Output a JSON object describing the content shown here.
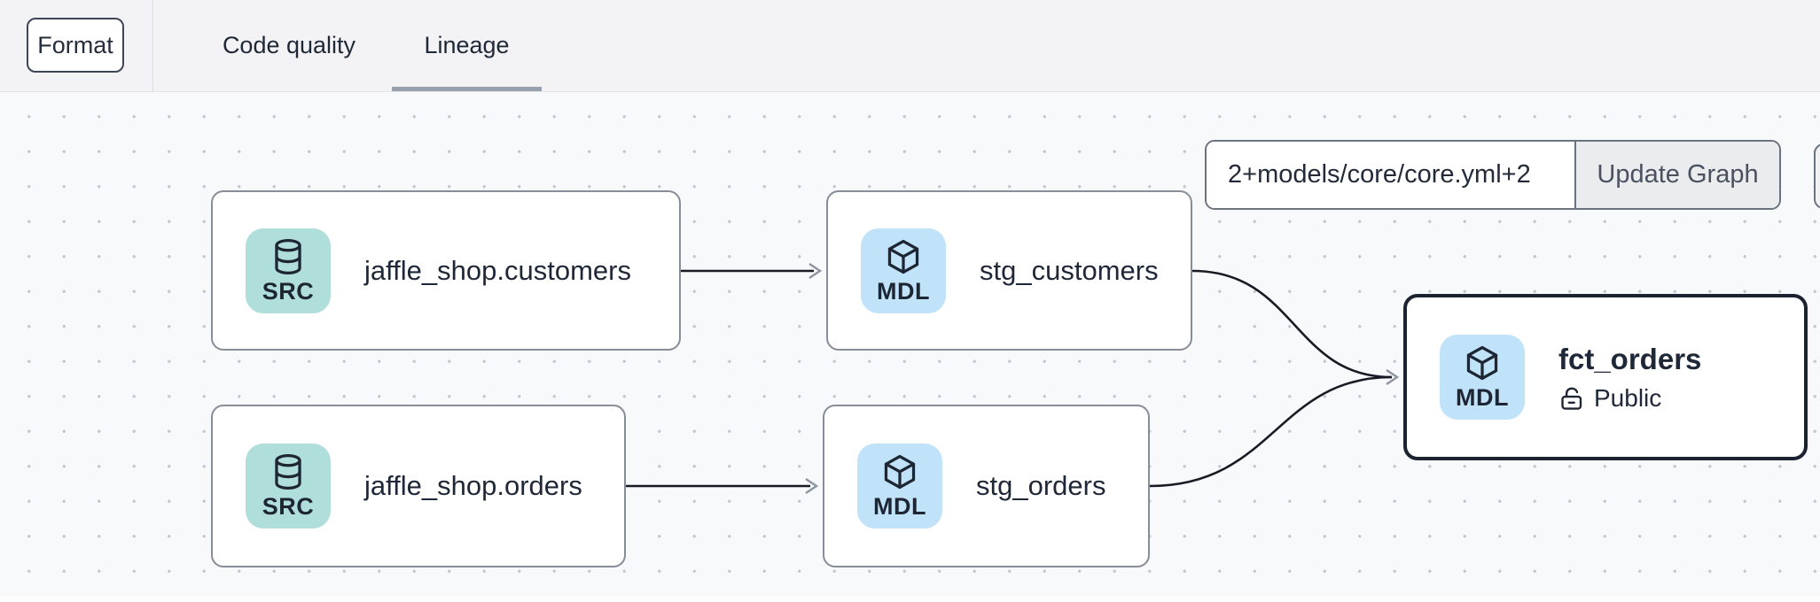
{
  "header": {
    "format_button": "Format",
    "tabs": [
      {
        "label": "Code quality",
        "active": false
      },
      {
        "label": "Lineage",
        "active": true
      }
    ]
  },
  "toolbar": {
    "selector_value": "2+models/core/core.yml+2",
    "update_button": "Update Graph"
  },
  "graph": {
    "nodes": [
      {
        "id": "src_customers",
        "type": "SRC",
        "icon": "database-icon",
        "label": "jaffle_shop.customers",
        "selected": false
      },
      {
        "id": "stg_customers",
        "type": "MDL",
        "icon": "cube-icon",
        "label": "stg_customers",
        "selected": false
      },
      {
        "id": "src_orders",
        "type": "SRC",
        "icon": "database-icon",
        "label": "jaffle_shop.orders",
        "selected": false
      },
      {
        "id": "stg_orders",
        "type": "MDL",
        "icon": "cube-icon",
        "label": "stg_orders",
        "selected": false
      },
      {
        "id": "fct_orders",
        "type": "MDL",
        "icon": "cube-icon",
        "label": "fct_orders",
        "access": "Public",
        "selected": true
      }
    ],
    "edges": [
      {
        "from": "jaffle_shop.customers",
        "to": "stg_customers"
      },
      {
        "from": "jaffle_shop.orders",
        "to": "stg_orders"
      },
      {
        "from": "stg_customers",
        "to": "fct_orders"
      },
      {
        "from": "stg_orders",
        "to": "fct_orders"
      }
    ]
  },
  "colors": {
    "header_bg": "#f3f3f5",
    "canvas_bg": "#f8f9fb",
    "dot_grid": "#c3c7d0",
    "node_border": "#878d99",
    "selected_node_border": "#1b2330",
    "src_badge_bg": "#b0dfdb",
    "mdl_badge_bg": "#c0e3fa",
    "text_dark": "#1f2838",
    "tab_underline": "#98a0ad",
    "edge_line": "#171b24",
    "edge_arrowhead": "#8d94a2",
    "update_button_bg": "#e9eaed"
  }
}
